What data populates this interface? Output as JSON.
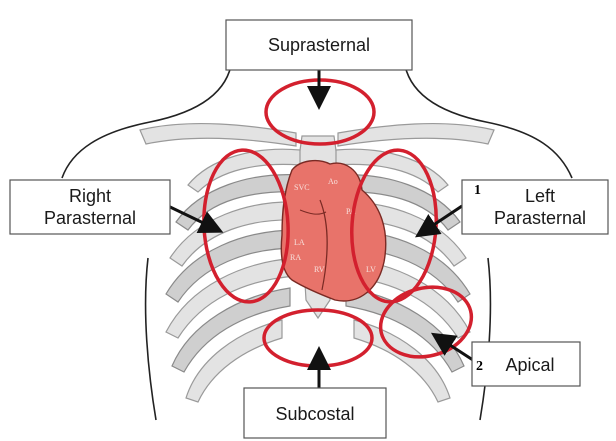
{
  "labels": {
    "suprasternal": "Suprasternal",
    "right_parasternal_line1": "Right",
    "right_parasternal_line2": "Parasternal",
    "left_parasternal_line1": "Left",
    "left_parasternal_line2": "Parasternal",
    "apical": "Apical",
    "subcostal": "Subcostal"
  },
  "markers": {
    "marker_1": "1",
    "marker_2": "2"
  },
  "heart_labels": {
    "svc": "SVC",
    "ao": "Ao",
    "pa": "PA",
    "la": "LA",
    "ra": "RA",
    "rv": "RV",
    "lv": "LV"
  },
  "colors": {
    "window_ellipse": "#d3202e",
    "heart_fill": "#e8736a",
    "heart_stroke": "#7a2a24"
  }
}
